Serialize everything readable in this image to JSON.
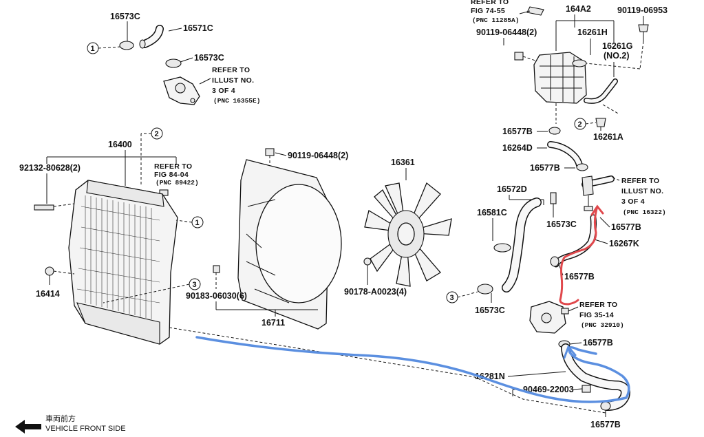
{
  "parts": {
    "p16573C_top": "16573C",
    "p16571C": "16571C",
    "p16573C_mid": "16573C",
    "p16400": "16400",
    "p92132": "92132-80628(2)",
    "p16414": "16414",
    "p90119_fan": "90119-06448(2)",
    "p90183": "90183-06030(6)",
    "p16711": "16711",
    "p16361": "16361",
    "p90178": "90178-A0023(4)",
    "p164A2": "164A2",
    "p90119_06953": "90119-06953",
    "p90119_06448_top": "90119-06448(2)",
    "p16261H": "16261H",
    "p16261G": "16261G",
    "p16261G_no2": "(NO.2)",
    "p16577B_a": "16577B",
    "p16261A": "16261A",
    "p16264D": "16264D",
    "p16577B_b": "16577B",
    "p16572D": "16572D",
    "p16581C": "16581C",
    "p16573C_r": "16573C",
    "p16577B_c": "16577B",
    "p16267K": "16267K",
    "p16577B_d": "16577B",
    "p16573C_bl": "16573C",
    "p16577B_e": "16577B",
    "p16281N": "16281N",
    "p90469": "90469-22003",
    "p16577B_f": "16577B"
  },
  "refs": {
    "ref_top_left": {
      "l1": "REFER TO",
      "l2": "ILLUST NO.",
      "l3": "3 OF 4",
      "l4": "(PNC 16355E)"
    },
    "ref_radiator": {
      "l1": "REFER TO",
      "l2": "FIG 84-04",
      "l3": "(PNC 89422)"
    },
    "ref_top_right": {
      "l1": "REFER TO",
      "l2": "FIG 74-55",
      "l3": "(PNC 11285A)"
    },
    "ref_right_mid": {
      "l1": "REFER TO",
      "l2": "ILLUST NO.",
      "l3": "3 OF 4",
      "l4": "(PNC 16322)"
    },
    "ref_right_low": {
      "l1": "REFER TO",
      "l2": "FIG 35-14",
      "l3": "(PNC 32910)"
    }
  },
  "callouts": {
    "c1_top": "1",
    "c2_radiator": "2",
    "c1_radiator": "1",
    "c3_radiator": "3",
    "c2_right": "2",
    "c3_right": "3"
  },
  "footer": {
    "jp": "車両前方",
    "en": "VEHICLE FRONT SIDE"
  },
  "colors": {
    "annotation_red": "#e0484c",
    "annotation_blue": "#5b8fe0"
  }
}
